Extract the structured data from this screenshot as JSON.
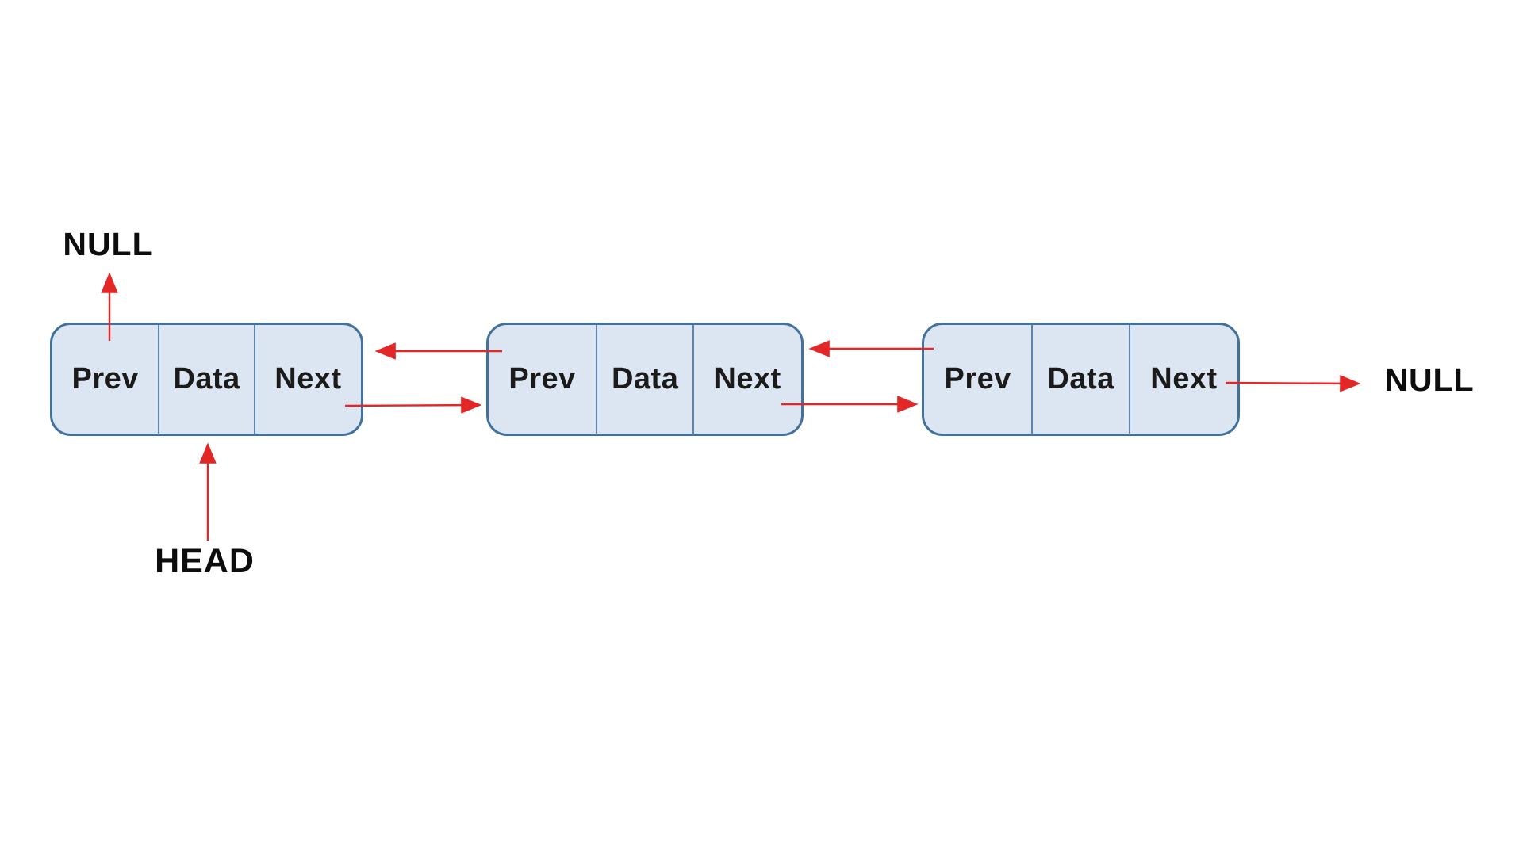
{
  "labels": {
    "null_left": "NULL",
    "head": "HEAD",
    "null_right": "NULL"
  },
  "nodes": [
    {
      "cells": [
        "Prev",
        "Data",
        "Next"
      ]
    },
    {
      "cells": [
        "Prev",
        "Data",
        "Next"
      ]
    },
    {
      "cells": [
        "Prev",
        "Data",
        "Next"
      ]
    }
  ],
  "colors": {
    "node_fill": "#dce6f2",
    "node_border": "#41719c",
    "cell_divider": "#5d85ae",
    "arrow": "#e32726",
    "text": "#1b1b1b",
    "background": "#ffffff"
  }
}
